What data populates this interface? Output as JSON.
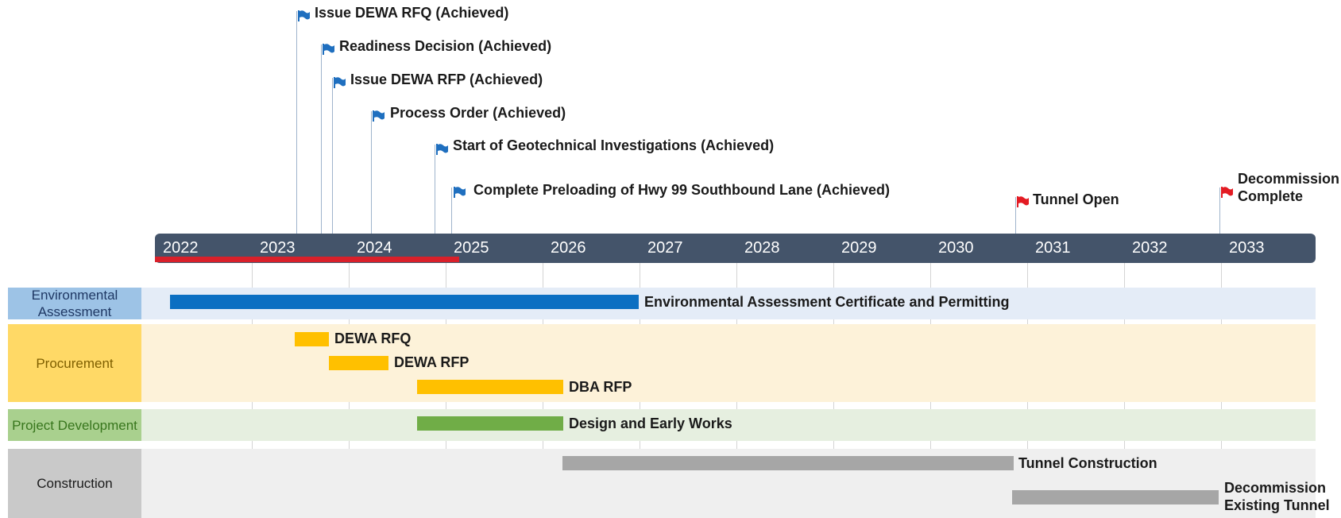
{
  "milestones": [
    {
      "label": "Issue DEWA RFQ (Achieved)",
      "color": "#1f6fbf",
      "flag": "blue-flag-icon"
    },
    {
      "label": "Readiness Decision (Achieved)",
      "color": "#1f6fbf",
      "flag": "blue-flag-icon"
    },
    {
      "label": "Issue DEWA RFP (Achieved)",
      "color": "#1f6fbf",
      "flag": "blue-flag-icon"
    },
    {
      "label": "Process Order (Achieved)",
      "color": "#1f6fbf",
      "flag": "blue-flag-icon"
    },
    {
      "label": "Start of Geotechnical Investigations (Achieved)",
      "color": "#1f6fbf",
      "flag": "blue-flag-icon"
    },
    {
      "label": "Complete Preloading of Hwy 99 Southbound  Lane (Achieved)",
      "color": "#1f6fbf",
      "flag": "blue-flag-icon"
    },
    {
      "label": "Tunnel Open",
      "color": "#e31b23",
      "flag": "red-flag-icon"
    },
    {
      "label": "Decommission",
      "label2": "Complete",
      "color": "#e31b23",
      "flag": "red-flag-icon"
    }
  ],
  "years": [
    "2022",
    "2023",
    "2024",
    "2025",
    "2026",
    "2027",
    "2028",
    "2029",
    "2030",
    "2031",
    "2032",
    "2033"
  ],
  "lanes": [
    {
      "label": "Environmental Assessment",
      "label_color": "#1f3864",
      "lane_bg": "#9dc3e6",
      "band_bg": "#e4ecf7"
    },
    {
      "label": "Procurement",
      "label_color": "#7f5f00",
      "lane_bg": "#ffd966",
      "band_bg": "#fdf2d9"
    },
    {
      "label": "Project Development",
      "label_color": "#38761d",
      "lane_bg": "#a9d08e",
      "band_bg": "#e6efe0"
    },
    {
      "label": "Construction",
      "label_color": "#1a1a1a",
      "lane_bg": "#c9c9c9",
      "band_bg": "#efefef"
    }
  ],
  "tasks": [
    {
      "label": "Environmental Assessment Certificate and Permitting",
      "color": "#0b6fc2"
    },
    {
      "label": "DEWA RFQ",
      "color": "#ffc000"
    },
    {
      "label": "DEWA RFP",
      "color": "#ffc000"
    },
    {
      "label": "DBA RFP",
      "color": "#ffc000"
    },
    {
      "label": "Design and Early Works",
      "color": "#70ad47"
    },
    {
      "label": "Tunnel Construction",
      "color": "#a6a6a6"
    },
    {
      "label": "Decommission",
      "label2": "Existing Tunnel",
      "color": "#a6a6a6"
    }
  ],
  "progress_color": "#d9202a"
}
